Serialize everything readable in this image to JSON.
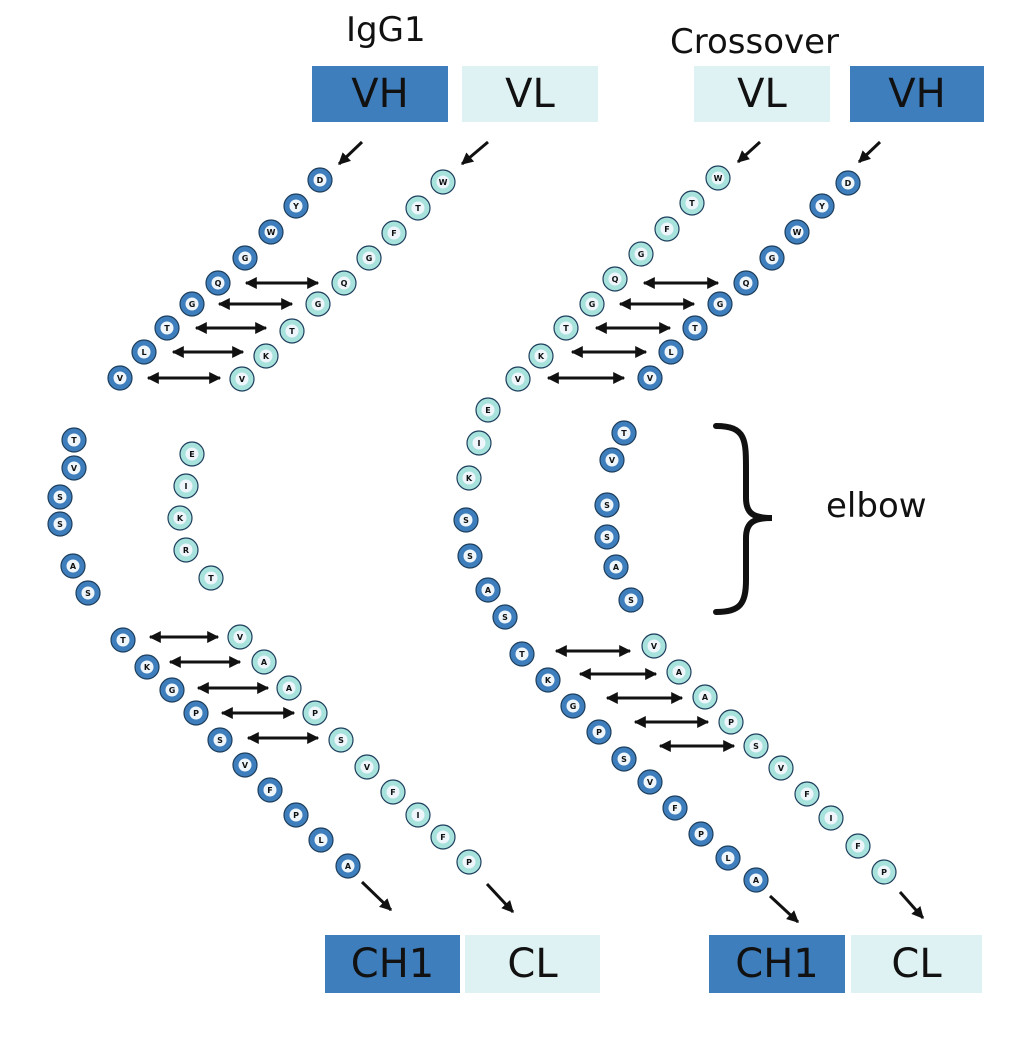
{
  "titles": {
    "left": "IgG1",
    "right": "Crossover"
  },
  "colors": {
    "heavy": "#3f7ebc",
    "light": "#a8e2dc",
    "heavy_box": "#3f7ebc",
    "light_box": "#dff2f3",
    "arrow": "#111111"
  },
  "boxes": {
    "left_top": [
      "VH",
      "VL"
    ],
    "right_top": [
      "VL",
      "VH"
    ],
    "left_bottom": [
      "CH1",
      "CL"
    ],
    "right_bottom": [
      "CH1",
      "CL"
    ]
  },
  "elbow_label": "elbow",
  "chains": {
    "igg1_heavy_top": [
      "D",
      "Y",
      "W",
      "G",
      "Q",
      "G",
      "T",
      "L",
      "V"
    ],
    "igg1_light_top": [
      "W",
      "T",
      "F",
      "G",
      "Q",
      "G",
      "T",
      "K",
      "V"
    ],
    "igg1_heavy_elbow": [
      "T",
      "V",
      "S",
      "S",
      "A",
      "S"
    ],
    "igg1_light_elbow": [
      "E",
      "I",
      "K",
      "R",
      "T"
    ],
    "igg1_heavy_bottom": [
      "T",
      "K",
      "G",
      "P",
      "S",
      "V",
      "F",
      "P",
      "L",
      "A"
    ],
    "igg1_light_bottom": [
      "V",
      "A",
      "A",
      "P",
      "S",
      "V",
      "F",
      "I",
      "F",
      "P"
    ],
    "cross_heavy_top": [
      "D",
      "Y",
      "W",
      "G",
      "Q",
      "G",
      "T",
      "L",
      "V"
    ],
    "cross_light_top": [
      "W",
      "T",
      "F",
      "G",
      "Q",
      "G",
      "T",
      "K",
      "V"
    ],
    "cross_light_elbow": [
      "E",
      "I",
      "K",
      "S",
      "S",
      "A",
      "S"
    ],
    "cross_heavy_elbow": [
      "T",
      "V",
      "S",
      "S",
      "A",
      "S"
    ],
    "cross_heavy_bottom": [
      "T",
      "K",
      "G",
      "P",
      "S",
      "V",
      "F",
      "P",
      "L",
      "A"
    ],
    "cross_light_bottom": [
      "V",
      "A",
      "A",
      "P",
      "S",
      "V",
      "F",
      "I",
      "F",
      "P"
    ]
  }
}
